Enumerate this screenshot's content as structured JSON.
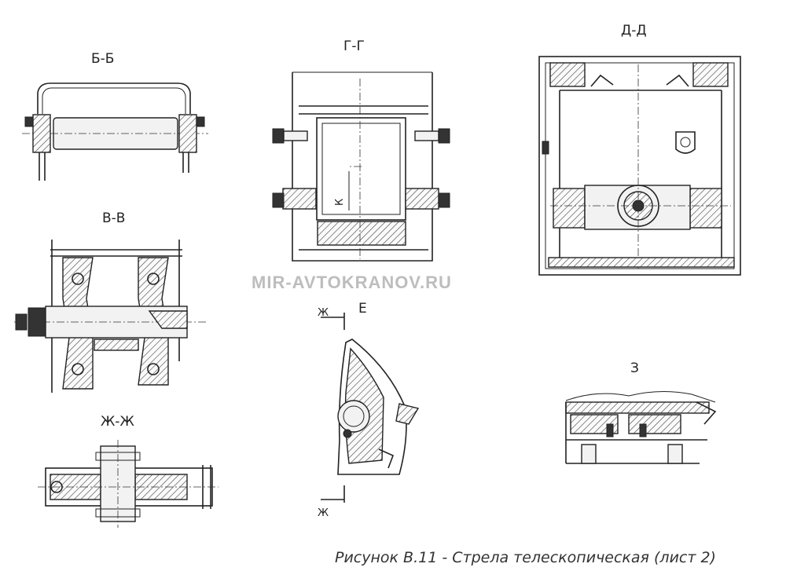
{
  "views": {
    "bb": "Б-Б",
    "gg": "Г-Г",
    "dd": "Д-Д",
    "vv": "В-В",
    "e": "Е",
    "zhzh": "Ж-Ж",
    "z": "З"
  },
  "markers": {
    "zh_top": "Ж",
    "zh_bottom": "Ж",
    "k": "К"
  },
  "watermark": "MIR-AVTOKRANOV.RU",
  "caption": "Рисунок В.11 - Стрела телескопическая (лист 2)"
}
